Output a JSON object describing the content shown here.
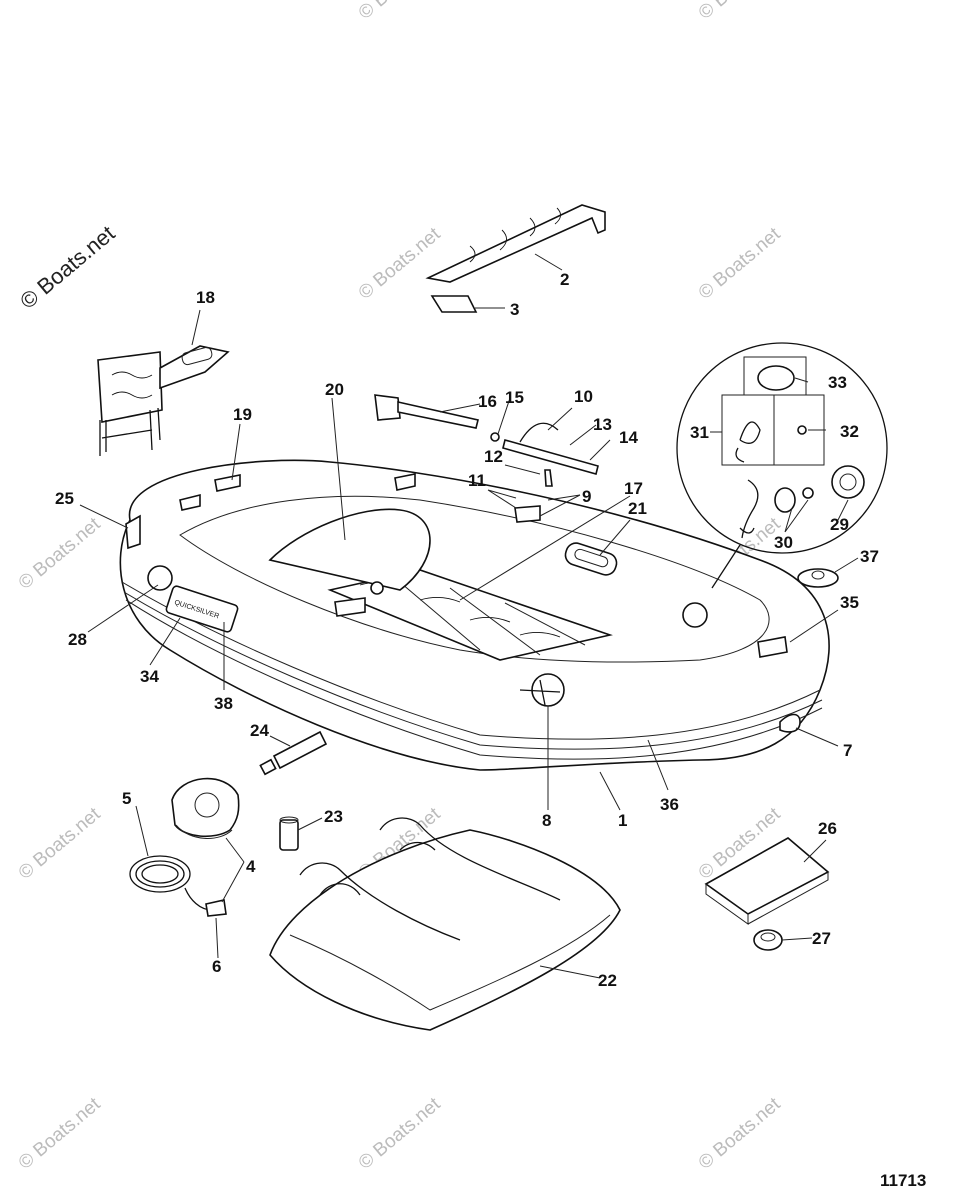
{
  "watermark": "© Boats.net",
  "figure_id": "11713",
  "callouts": {
    "c1": "1",
    "c2": "2",
    "c3": "3",
    "c4": "4",
    "c5": "5",
    "c6": "6",
    "c7": "7",
    "c8": "8",
    "c9": "9",
    "c10": "10",
    "c11": "11",
    "c12": "12",
    "c13": "13",
    "c14": "14",
    "c15": "15",
    "c16": "16",
    "c17": "17",
    "c18": "18",
    "c19": "19",
    "c20": "20",
    "c21": "21",
    "c22": "22",
    "c23": "23",
    "c24": "24",
    "c25": "25",
    "c26": "26",
    "c27": "27",
    "c28": "28",
    "c29": "29",
    "c30": "30",
    "c31": "31",
    "c32": "32",
    "c33": "33",
    "c34": "34",
    "c35": "35",
    "c36": "36",
    "c37": "37",
    "c38": "38"
  },
  "boat_brand_text": "QUICKSILVER"
}
